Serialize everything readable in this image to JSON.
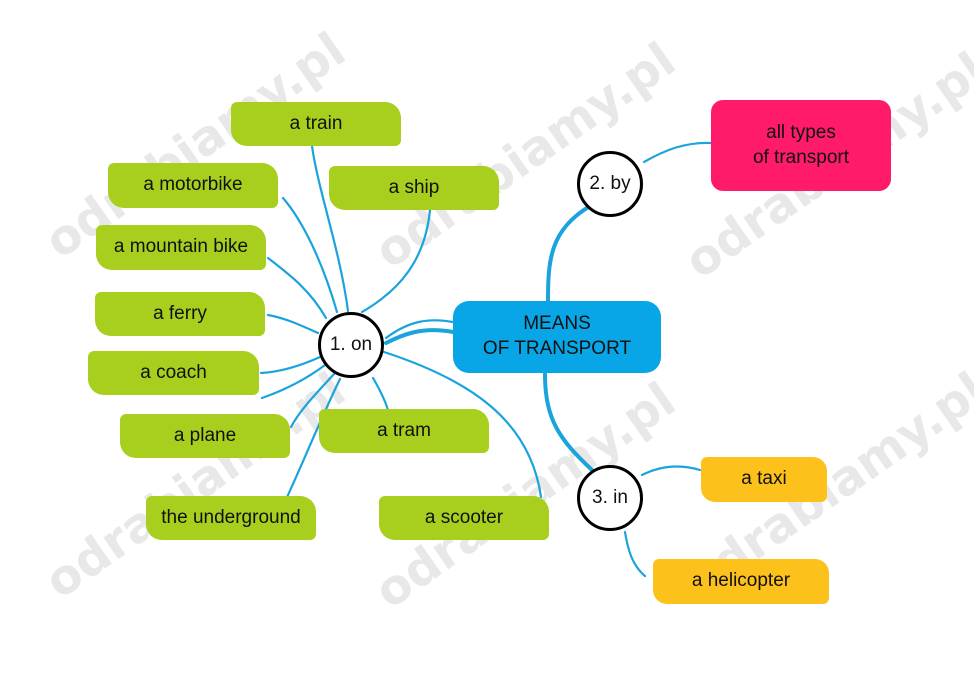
{
  "center": {
    "line1": "MEANS",
    "line2": "OF TRANSPORT"
  },
  "hubs": {
    "on": "1. on",
    "by": "2. by",
    "in": "3. in"
  },
  "on_items": [
    "a train",
    "a motorbike",
    "a ship",
    "a mountain bike",
    "a ferry",
    "a coach",
    "a plane",
    "a tram",
    "the underground",
    "a scooter"
  ],
  "by_items": {
    "line1": "all types",
    "line2": "of transport"
  },
  "in_items": [
    "a taxi",
    "a helicopter"
  ],
  "colors": {
    "green": "#a8cf1d",
    "yellow": "#fcc11a",
    "pink": "#ff1a6a",
    "blue": "#08a6e6",
    "link": "#1ba3dd"
  },
  "watermark": "odrabiamy.pl"
}
